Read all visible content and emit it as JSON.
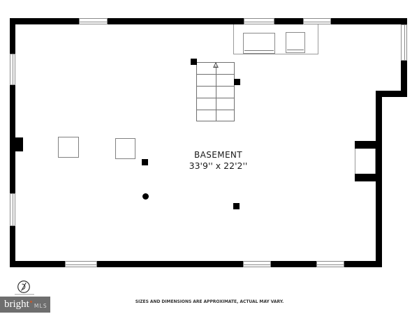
{
  "floorplan": {
    "room_label": "BASEMENT",
    "room_dimensions": "33'9'' x 22'2''",
    "stairs": {
      "icon": "stairs-up-arrow-icon",
      "steps": 5
    },
    "icons": [
      "stairs-up-arrow-icon",
      "monogram-logo-icon",
      "trademark-dot-icon"
    ],
    "colors": {
      "wall": "#000000",
      "outline_grey": "#8a8a8a",
      "background": "#ffffff",
      "brand_box": "#6e6e6e",
      "brand_accent": "#c05a2e",
      "text": "#1a1a1a"
    }
  },
  "footer": {
    "disclaimer": "SIZES AND DIMENSIONS ARE APPROXIMATE, ACTUAL MAY VARY."
  },
  "branding": {
    "brand_name": "bright",
    "brand_suffix": "MLS"
  }
}
